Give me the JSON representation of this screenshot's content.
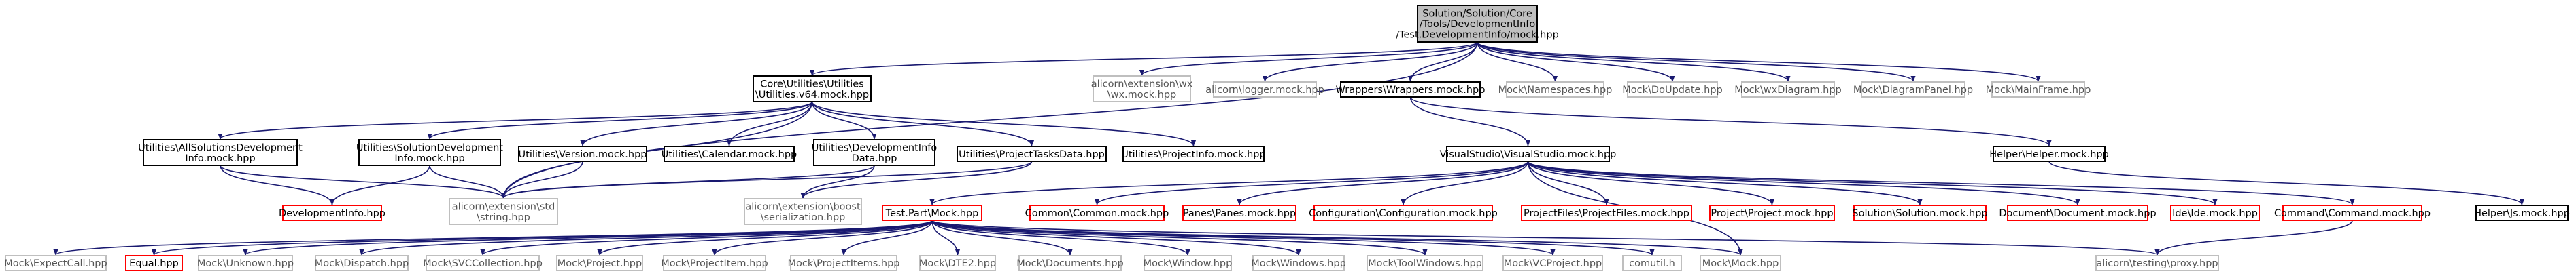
{
  "nodes": [
    {
      "id": "root",
      "lines": [
        "Solution/Solution/Core",
        "/Tools/DevelopmentInfo",
        "/Test.DevelopmentInfo/mock.hpp"
      ],
      "style": "root"
    },
    {
      "id": "utilities",
      "lines": [
        "Core\\Utilities\\Utilities",
        "\\Utilities.v64.mock.hpp"
      ],
      "style": "black"
    },
    {
      "id": "wxext",
      "lines": [
        "alicorn\\extension\\wx",
        "\\wx.mock.hpp"
      ],
      "style": "gray"
    },
    {
      "id": "logger",
      "lines": [
        "alicorn\\logger.mock.hpp"
      ],
      "style": "gray"
    },
    {
      "id": "wrappers",
      "lines": [
        "Wrappers\\Wrappers.mock.hpp"
      ],
      "style": "black"
    },
    {
      "id": "namespaces",
      "lines": [
        "Mock\\Namespaces.hpp"
      ],
      "style": "gray"
    },
    {
      "id": "doupdate",
      "lines": [
        "Mock\\DoUpdate.hpp"
      ],
      "style": "gray"
    },
    {
      "id": "wxdiagram",
      "lines": [
        "Mock\\wxDiagram.hpp"
      ],
      "style": "gray"
    },
    {
      "id": "diagrampanel",
      "lines": [
        "Mock\\DiagramPanel.hpp"
      ],
      "style": "gray"
    },
    {
      "id": "mainframe",
      "lines": [
        "Mock\\MainFrame.hpp"
      ],
      "style": "gray"
    },
    {
      "id": "allsolutions",
      "lines": [
        "Utilities\\AllSolutionsDevelopment",
        "Info.mock.hpp"
      ],
      "style": "black"
    },
    {
      "id": "solutiondev",
      "lines": [
        "Utilities\\SolutionDevelopment",
        "Info.mock.hpp"
      ],
      "style": "black"
    },
    {
      "id": "version",
      "lines": [
        "Utilities\\Version.mock.hpp"
      ],
      "style": "black"
    },
    {
      "id": "calendar",
      "lines": [
        "Utilities\\Calendar.mock.hpp"
      ],
      "style": "black"
    },
    {
      "id": "devinfodata",
      "lines": [
        "Utilities\\DevelopmentInfo",
        "Data.hpp"
      ],
      "style": "black"
    },
    {
      "id": "projecttasks",
      "lines": [
        "Utilities\\ProjectTasksData.hpp"
      ],
      "style": "black"
    },
    {
      "id": "projectinfo",
      "lines": [
        "Utilities\\ProjectInfo.mock.hpp"
      ],
      "style": "black"
    },
    {
      "id": "visualstudio",
      "lines": [
        "VisualStudio\\VisualStudio.mock.hpp"
      ],
      "style": "black"
    },
    {
      "id": "helper",
      "lines": [
        "Helper\\Helper.mock.hpp"
      ],
      "style": "black"
    },
    {
      "id": "developmentinfo",
      "lines": [
        "DevelopmentInfo.hpp"
      ],
      "style": "red"
    },
    {
      "id": "string",
      "lines": [
        "alicorn\\extension\\std",
        "\\string.hpp"
      ],
      "style": "gray"
    },
    {
      "id": "serialization",
      "lines": [
        "alicorn\\extension\\boost",
        "\\serialization.hpp"
      ],
      "style": "gray"
    },
    {
      "id": "common",
      "lines": [
        "Common\\Common.mock.hpp"
      ],
      "style": "red"
    },
    {
      "id": "panes",
      "lines": [
        "Panes\\Panes.mock.hpp"
      ],
      "style": "red"
    },
    {
      "id": "configuration",
      "lines": [
        "Configuration\\Configuration.mock.hpp"
      ],
      "style": "red"
    },
    {
      "id": "projectfiles",
      "lines": [
        "ProjectFiles\\ProjectFiles.mock.hpp"
      ],
      "style": "red"
    },
    {
      "id": "project",
      "lines": [
        "Project\\Project.mock.hpp"
      ],
      "style": "red"
    },
    {
      "id": "solution",
      "lines": [
        "Solution\\Solution.mock.hpp"
      ],
      "style": "red"
    },
    {
      "id": "document",
      "lines": [
        "Document\\Document.mock.hpp"
      ],
      "style": "red"
    },
    {
      "id": "ide",
      "lines": [
        "Ide\\Ide.mock.hpp"
      ],
      "style": "red"
    },
    {
      "id": "command",
      "lines": [
        "Command\\Command.mock.hpp"
      ],
      "style": "red"
    },
    {
      "id": "helperjs",
      "lines": [
        "Helper\\Js.mock.hpp"
      ],
      "style": "black"
    },
    {
      "id": "testpart",
      "lines": [
        "Test.Part\\Mock.hpp"
      ],
      "style": "red"
    },
    {
      "id": "expectcall",
      "lines": [
        "Mock\\ExpectCall.hpp"
      ],
      "style": "gray"
    },
    {
      "id": "equal",
      "lines": [
        "Equal.hpp"
      ],
      "style": "red"
    },
    {
      "id": "unknown",
      "lines": [
        "Mock\\Unknown.hpp"
      ],
      "style": "gray"
    },
    {
      "id": "dispatch",
      "lines": [
        "Mock\\Dispatch.hpp"
      ],
      "style": "gray"
    },
    {
      "id": "svccollection",
      "lines": [
        "Mock\\SVCCollection.hpp"
      ],
      "style": "gray"
    },
    {
      "id": "mproject",
      "lines": [
        "Mock\\Project.hpp"
      ],
      "style": "gray"
    },
    {
      "id": "projectitem",
      "lines": [
        "Mock\\ProjectItem.hpp"
      ],
      "style": "gray"
    },
    {
      "id": "projectitems",
      "lines": [
        "Mock\\ProjectItems.hpp"
      ],
      "style": "gray"
    },
    {
      "id": "dte2",
      "lines": [
        "Mock\\DTE2.hpp"
      ],
      "style": "gray"
    },
    {
      "id": "documents",
      "lines": [
        "Mock\\Documents.hpp"
      ],
      "style": "gray"
    },
    {
      "id": "window",
      "lines": [
        "Mock\\Window.hpp"
      ],
      "style": "gray"
    },
    {
      "id": "windows",
      "lines": [
        "Mock\\Windows.hpp"
      ],
      "style": "gray"
    },
    {
      "id": "toolwindows",
      "lines": [
        "Mock\\ToolWindows.hpp"
      ],
      "style": "gray"
    },
    {
      "id": "vcproject",
      "lines": [
        "Mock\\VCProject.hpp"
      ],
      "style": "gray"
    },
    {
      "id": "comutil",
      "lines": [
        "comutil.h"
      ],
      "style": "gray"
    },
    {
      "id": "mockmock",
      "lines": [
        "Mock\\Mock.hpp"
      ],
      "style": "gray"
    },
    {
      "id": "proxy",
      "lines": [
        "alicorn\\testing\\proxy.hpp"
      ],
      "style": "gray"
    }
  ],
  "edges": [
    [
      "root",
      "utilities"
    ],
    [
      "root",
      "wxext"
    ],
    [
      "root",
      "logger"
    ],
    [
      "root",
      "wrappers"
    ],
    [
      "root",
      "namespaces"
    ],
    [
      "root",
      "doupdate"
    ],
    [
      "root",
      "wxdiagram"
    ],
    [
      "root",
      "diagrampanel"
    ],
    [
      "root",
      "mainframe"
    ],
    [
      "root",
      "string"
    ],
    [
      "utilities",
      "allsolutions"
    ],
    [
      "utilities",
      "solutiondev"
    ],
    [
      "utilities",
      "version"
    ],
    [
      "utilities",
      "calendar"
    ],
    [
      "utilities",
      "devinfodata"
    ],
    [
      "utilities",
      "projecttasks"
    ],
    [
      "utilities",
      "projectinfo"
    ],
    [
      "utilities",
      "string"
    ],
    [
      "allsolutions",
      "developmentinfo"
    ],
    [
      "allsolutions",
      "string"
    ],
    [
      "solutiondev",
      "developmentinfo"
    ],
    [
      "solutiondev",
      "string"
    ],
    [
      "version",
      "string"
    ],
    [
      "devinfodata",
      "string"
    ],
    [
      "devinfodata",
      "serialization"
    ],
    [
      "projecttasks",
      "string"
    ],
    [
      "projecttasks",
      "serialization"
    ],
    [
      "wrappers",
      "visualstudio"
    ],
    [
      "wrappers",
      "helper"
    ],
    [
      "helper",
      "helperjs"
    ],
    [
      "visualstudio",
      "testpart"
    ],
    [
      "visualstudio",
      "common"
    ],
    [
      "visualstudio",
      "panes"
    ],
    [
      "visualstudio",
      "configuration"
    ],
    [
      "visualstudio",
      "projectfiles"
    ],
    [
      "visualstudio",
      "project"
    ],
    [
      "visualstudio",
      "solution"
    ],
    [
      "visualstudio",
      "document"
    ],
    [
      "visualstudio",
      "ide"
    ],
    [
      "visualstudio",
      "command"
    ],
    [
      "visualstudio",
      "mockmock"
    ],
    [
      "command",
      "proxy"
    ],
    [
      "testpart",
      "expectcall"
    ],
    [
      "testpart",
      "equal"
    ],
    [
      "testpart",
      "unknown"
    ],
    [
      "testpart",
      "dispatch"
    ],
    [
      "testpart",
      "svccollection"
    ],
    [
      "testpart",
      "mproject"
    ],
    [
      "testpart",
      "projectitem"
    ],
    [
      "testpart",
      "projectitems"
    ],
    [
      "testpart",
      "dte2"
    ],
    [
      "testpart",
      "documents"
    ],
    [
      "testpart",
      "window"
    ],
    [
      "testpart",
      "windows"
    ],
    [
      "testpart",
      "toolwindows"
    ],
    [
      "testpart",
      "vcproject"
    ],
    [
      "testpart",
      "comutil"
    ],
    [
      "testpart",
      "mockmock"
    ],
    [
      "testpart",
      "proxy"
    ]
  ],
  "colors": {
    "edge": "#191970",
    "root_fill": "#bfbfbf",
    "black_border": "#000000",
    "gray_border": "#bfbfbf",
    "red_border": "#ff0000"
  }
}
